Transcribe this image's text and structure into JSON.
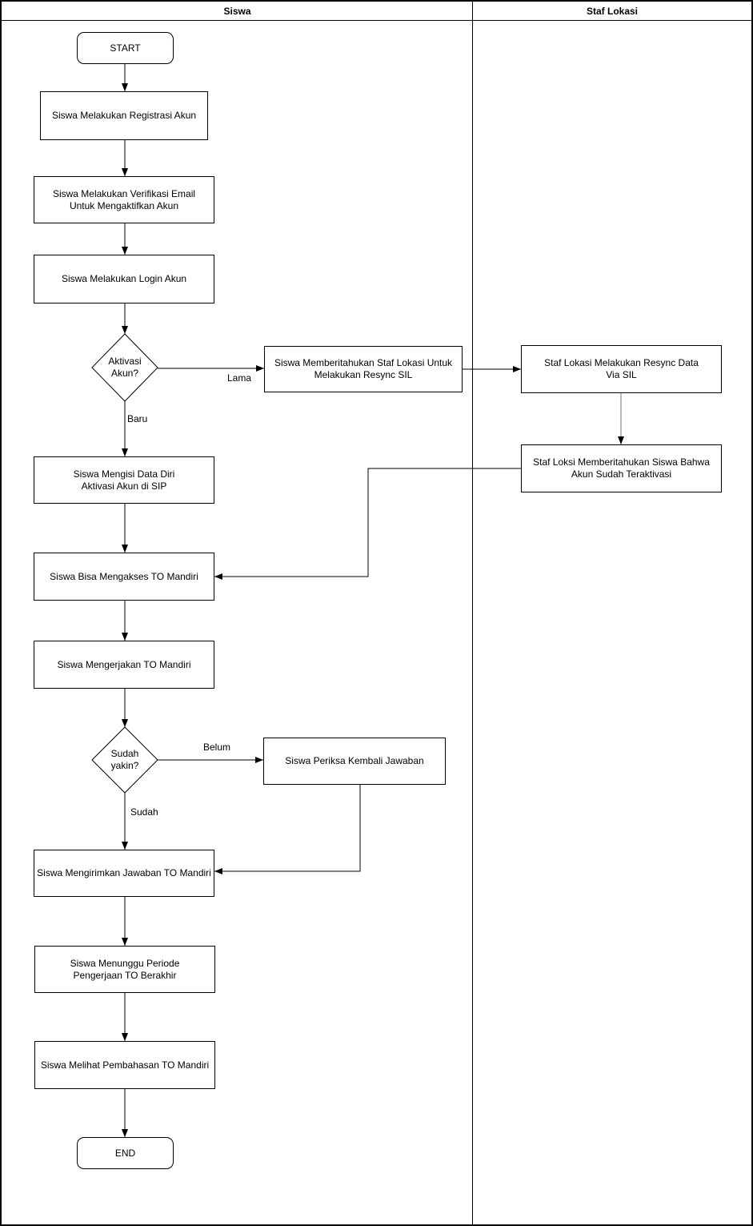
{
  "lanes": {
    "siswa": {
      "label": "Siswa"
    },
    "staf_lokasi": {
      "label": "Staf Lokasi"
    }
  },
  "nodes": {
    "start": {
      "label": "START",
      "type": "terminator"
    },
    "registrasi": {
      "label": "Siswa Melakukan Registrasi Akun",
      "type": "process"
    },
    "verifikasi": {
      "label": "Siswa Melakukan Verifikasi Email\nUntuk Mengaktifkan Akun",
      "type": "process"
    },
    "login": {
      "label": "Siswa Melakukan Login Akun",
      "type": "process"
    },
    "aktivasi_akun": {
      "label": "Aktivasi\nAkun?",
      "type": "decision"
    },
    "memberitahukan_staf": {
      "label": "Siswa Memberitahukan Staf Lokasi Untuk\nMelakukan Resync SIL",
      "type": "process"
    },
    "resync_data": {
      "label": "Staf Lokasi Melakukan Resync Data\nVia SIL",
      "type": "process"
    },
    "teraktivasi": {
      "label": "Staf Loksi Memberitahukan Siswa Bahwa\nAkun Sudah Teraktivasi",
      "type": "process"
    },
    "mengisi_data": {
      "label": "Siswa Mengisi Data Diri\nAktivasi Akun di SIP",
      "type": "process"
    },
    "mengakses_to": {
      "label": "Siswa Bisa Mengakses TO Mandiri",
      "type": "process"
    },
    "mengerjakan_to": {
      "label": "Siswa Mengerjakan TO Mandiri",
      "type": "process"
    },
    "sudah_yakin": {
      "label": "Sudah\nyakin?",
      "type": "decision"
    },
    "periksa_jawaban": {
      "label": "Siswa Periksa Kembali Jawaban",
      "type": "process"
    },
    "mengirimkan_jawaban": {
      "label": "Siswa Mengirimkan Jawaban TO Mandiri",
      "type": "process"
    },
    "menunggu_periode": {
      "label": "Siswa Menunggu Periode\nPengerjaan TO Berakhir",
      "type": "process"
    },
    "melihat_pembahasan": {
      "label": "Siswa Melihat Pembahasan TO Mandiri",
      "type": "process"
    },
    "end": {
      "label": "END",
      "type": "terminator"
    }
  },
  "edge_labels": {
    "lama": "Lama",
    "baru": "Baru",
    "belum": "Belum",
    "sudah": "Sudah"
  },
  "colors": {
    "stroke": "#000000",
    "gray_connector": "#757575",
    "background": "#ffffff"
  }
}
